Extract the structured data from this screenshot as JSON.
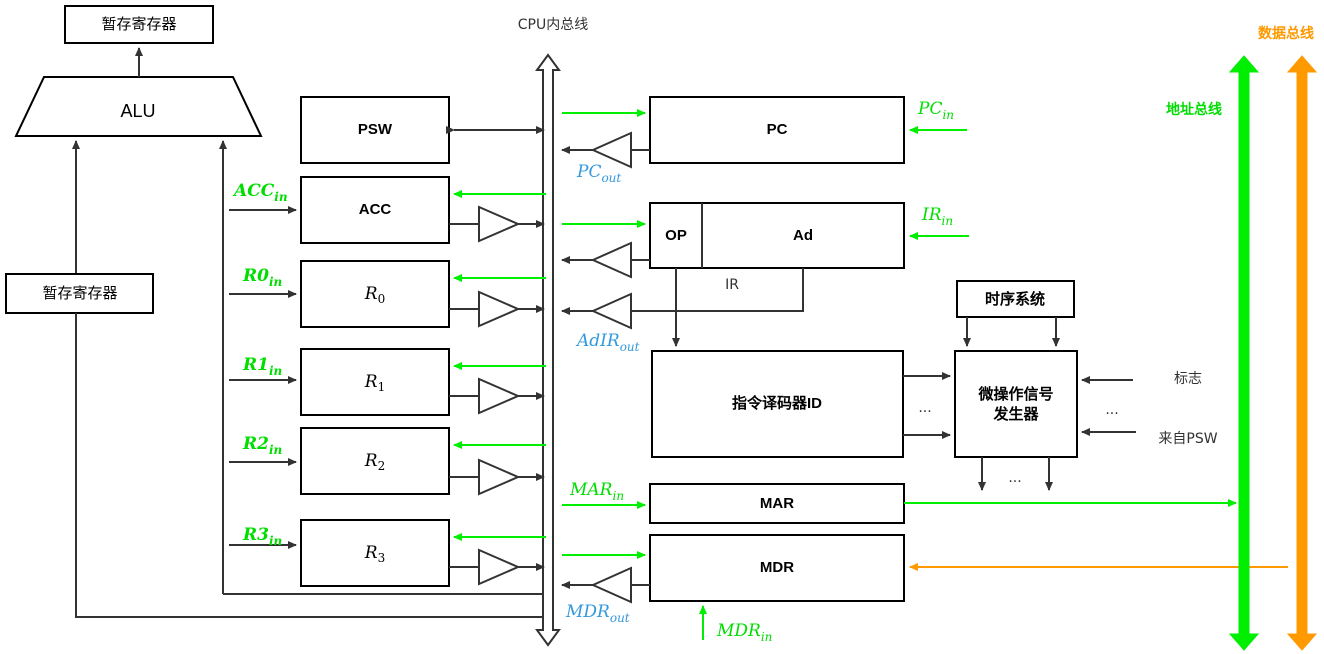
{
  "labels": {
    "temp_reg_top": "暂存寄存器",
    "temp_reg_left": "暂存寄存器",
    "alu": "ALU",
    "cpu_bus": "CPU内总线",
    "psw": "PSW",
    "acc": "ACC",
    "r0": "R",
    "r0_sub": "0",
    "r1": "R",
    "r1_sub": "1",
    "r2": "R",
    "r2_sub": "2",
    "r3": "R",
    "r3_sub": "3",
    "pc": "PC",
    "op": "OP",
    "ad": "Ad",
    "ir": "IR",
    "timing": "时序系统",
    "decoder": "指令译码器ID",
    "micro_line1": "微操作信号",
    "micro_line2": "发生器",
    "mar": "MAR",
    "mdr": "MDR",
    "flag": "标志",
    "from_psw": "来自PSW",
    "ellipsis_left": "...",
    "ellipsis_right": "...",
    "ellipsis_bottom": "...",
    "address_bus": "地址总线",
    "data_bus": "数据总线"
  },
  "signals": {
    "acc_in": {
      "base": "ACC",
      "sub": "in"
    },
    "r0_in": {
      "base": "R0",
      "sub": "in"
    },
    "r1_in": {
      "base": "R1",
      "sub": "in"
    },
    "r2_in": {
      "base": "R2",
      "sub": "in"
    },
    "r3_in": {
      "base": "R3",
      "sub": "in"
    },
    "pc_in": {
      "base": "PC",
      "sub": "in"
    },
    "ir_in": {
      "base": "IR",
      "sub": "in"
    },
    "mar_in": {
      "base": "MAR",
      "sub": "in"
    },
    "mdr_in": {
      "base": "MDR",
      "sub": "in"
    },
    "pc_out": {
      "base": "PC",
      "sub": "out"
    },
    "adir_out": {
      "base": "AdIR",
      "sub": "out"
    },
    "mdr_out": {
      "base": "MDR",
      "sub": "out"
    }
  },
  "colors": {
    "control_in": "#00ee00",
    "control_out": "#3399dd",
    "address_bus": "#00ee00",
    "data_bus": "#ff9900",
    "line": "#333333"
  }
}
